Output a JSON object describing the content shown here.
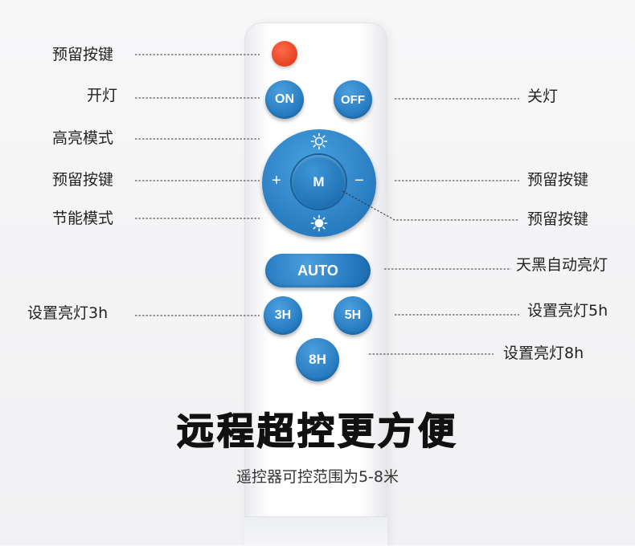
{
  "remote": {
    "buttons": {
      "on": "ON",
      "off": "OFF",
      "center": "M",
      "plus": "+",
      "minus": "−",
      "auto": "AUTO",
      "h3": "3H",
      "h5": "5H",
      "h8": "8H"
    },
    "colors": {
      "button_blue": "#2479c0",
      "reserved_red": "#e34321",
      "body": "#ffffff"
    },
    "icons": {
      "brightness_up": "sun-bright-icon",
      "brightness_down": "sun-dim-icon"
    }
  },
  "labels": {
    "reserved_top": "预留按键",
    "light_on": "开灯",
    "light_off": "关灯",
    "high_brightness": "高亮模式",
    "reserved_left": "预留按键",
    "reserved_right": "预留按键",
    "energy_saving": "节能模式",
    "reserved_center": "预留按键",
    "auto_dark": "天黑自动亮灯",
    "set_3h": "设置亮灯3h",
    "set_5h": "设置亮灯5h",
    "set_8h": "设置亮灯8h"
  },
  "footer": {
    "title": "远程超控更方便",
    "subtitle": "遥控器可控范围为5-8米"
  }
}
